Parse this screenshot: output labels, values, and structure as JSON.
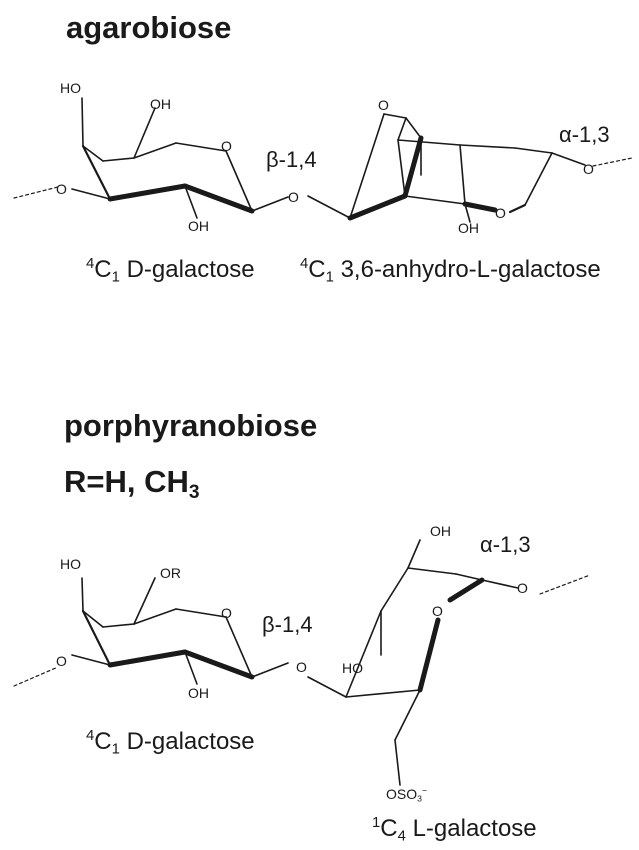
{
  "agarobiose": {
    "title": "agarobiose",
    "linkage_left": "β-1,4",
    "linkage_right": "α-1,3",
    "unit1": {
      "conf_sup": "4",
      "conf_main": "C",
      "conf_sub": "1",
      "name": " D-galactose"
    },
    "unit2": {
      "conf_sup": "4",
      "conf_main": "C",
      "conf_sub": "1",
      "name": " 3,6-anhydro-L-galactose"
    },
    "atoms": {
      "ho_top": "HO",
      "oh_ring": "OH",
      "o_ring": "O",
      "o_bridge_left": "O",
      "oh_bottom": "OH",
      "o_link": "O",
      "o_anhydro_top": "O",
      "o_ring2": "O",
      "o_end": "O",
      "oh_bottom2": "OH"
    }
  },
  "porphyranobiose": {
    "title": "porphyranobiose",
    "subtitle_main": "R=H, CH",
    "subtitle_sub": "3",
    "linkage_left": "β-1,4",
    "linkage_right": "α-1,3",
    "unit1": {
      "conf_sup": "4",
      "conf_main": "C",
      "conf_sub": "1",
      "name": " D-galactose"
    },
    "unit2": {
      "conf_sup": "1",
      "conf_main": "C",
      "conf_sub": "4",
      "name": " L-galactose"
    },
    "atoms": {
      "ho_top": "HO",
      "or_group": "OR",
      "o_ring": "O",
      "o_left": "O",
      "oh_bottom": "OH",
      "o_link": "O",
      "oh_top2": "OH",
      "o_ring2": "O",
      "o_end": "O",
      "ho_mid": "HO",
      "oso3_main": "OSO",
      "oso3_sub": "3",
      "oso3_sup": "−"
    }
  }
}
